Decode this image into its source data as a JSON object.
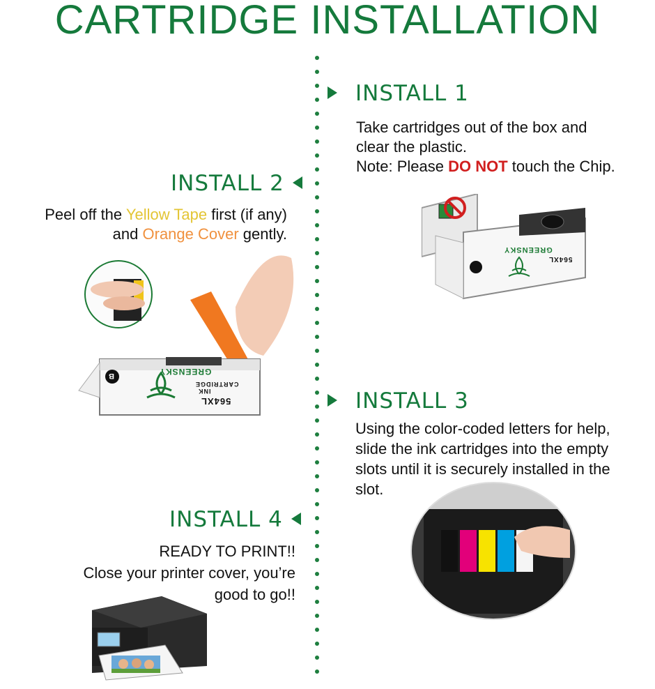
{
  "title": "CARTRIDGE INSTALLATION",
  "steps": {
    "s1": {
      "label": "INSTALL 1",
      "line1": "Take cartridges out of the box and",
      "line2": "clear the plastic.",
      "note_prefix": "Note: Please ",
      "note_emph": "DO NOT",
      "note_suffix": " touch the Chip."
    },
    "s2": {
      "label": "INSTALL 2",
      "l1_prefix": "Peel off the ",
      "l1_yellow": "Yellow Tape",
      "l1_suffix": " first (if any)",
      "l2_prefix": "and ",
      "l2_orange": "Orange Cover",
      "l2_suffix": " gently."
    },
    "s3": {
      "label": "INSTALL 3",
      "line1": "Using the color-coded letters for help,",
      "line2": "slide the ink cartridges into the empty",
      "line3": "slots until it is securely installed in the",
      "line4": "slot."
    },
    "s4": {
      "label": "INSTALL 4",
      "line1": "READY TO PRINT!!",
      "line2": "Close your printer cover, you’re",
      "line3": "good to go!!"
    }
  },
  "cartridge": {
    "brand": "GREENSKY",
    "model": "564XL",
    "type_line": "INK",
    "sub_line": "CARTRIDGE",
    "color_letter": "B"
  },
  "colors": {
    "accent": "#157a3c",
    "warning": "#d11f1f",
    "yellow": "#e3c534",
    "orange": "#f0913e"
  }
}
